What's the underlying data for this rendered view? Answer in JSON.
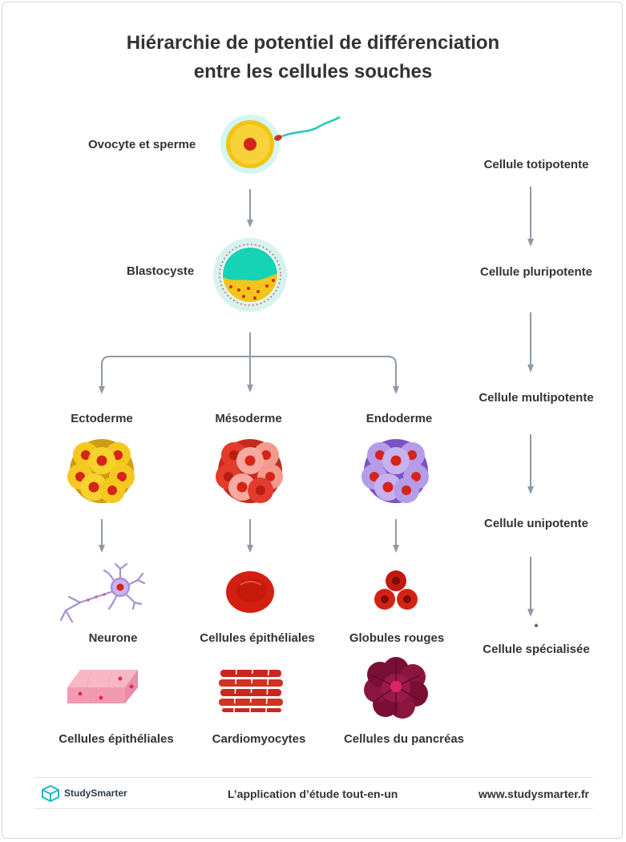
{
  "title_line1": "Hiérarchie de potentiel de différenciation",
  "title_line2": "entre les cellules souches",
  "stages": {
    "oocyte": "Ovocyte et sperme",
    "blastocyst": "Blastocyste"
  },
  "germ_layers": {
    "ectoderm": "Ectoderme",
    "mesoderm": "Mésoderme",
    "endoderm": "Endoderme"
  },
  "cells_row1": {
    "ectoderm": "Neurone",
    "mesoderm": "Cellules épithéliales",
    "endoderm": "Globules rouges"
  },
  "cells_row2": {
    "ectoderm": "Cellules épithéliales",
    "mesoderm": "Cardiomyocytes",
    "endoderm": "Cellules du pancréas"
  },
  "potency": {
    "totipotent": "Cellule totipotente",
    "pluripotent": "Cellule pluripotente",
    "multipotent": "Cellule multipotente",
    "unipotent": "Cellule unipotente",
    "asterisk": "*",
    "specialized": "Cellule spécialisée"
  },
  "footer": {
    "brand": "StudySmarter",
    "tagline": "L’application d’étude tout-en-un",
    "website": "www.studysmarter.fr"
  },
  "colors": {
    "arrow": "#8e9aa8",
    "text": "#333333",
    "brand": "#1fb6c9"
  }
}
